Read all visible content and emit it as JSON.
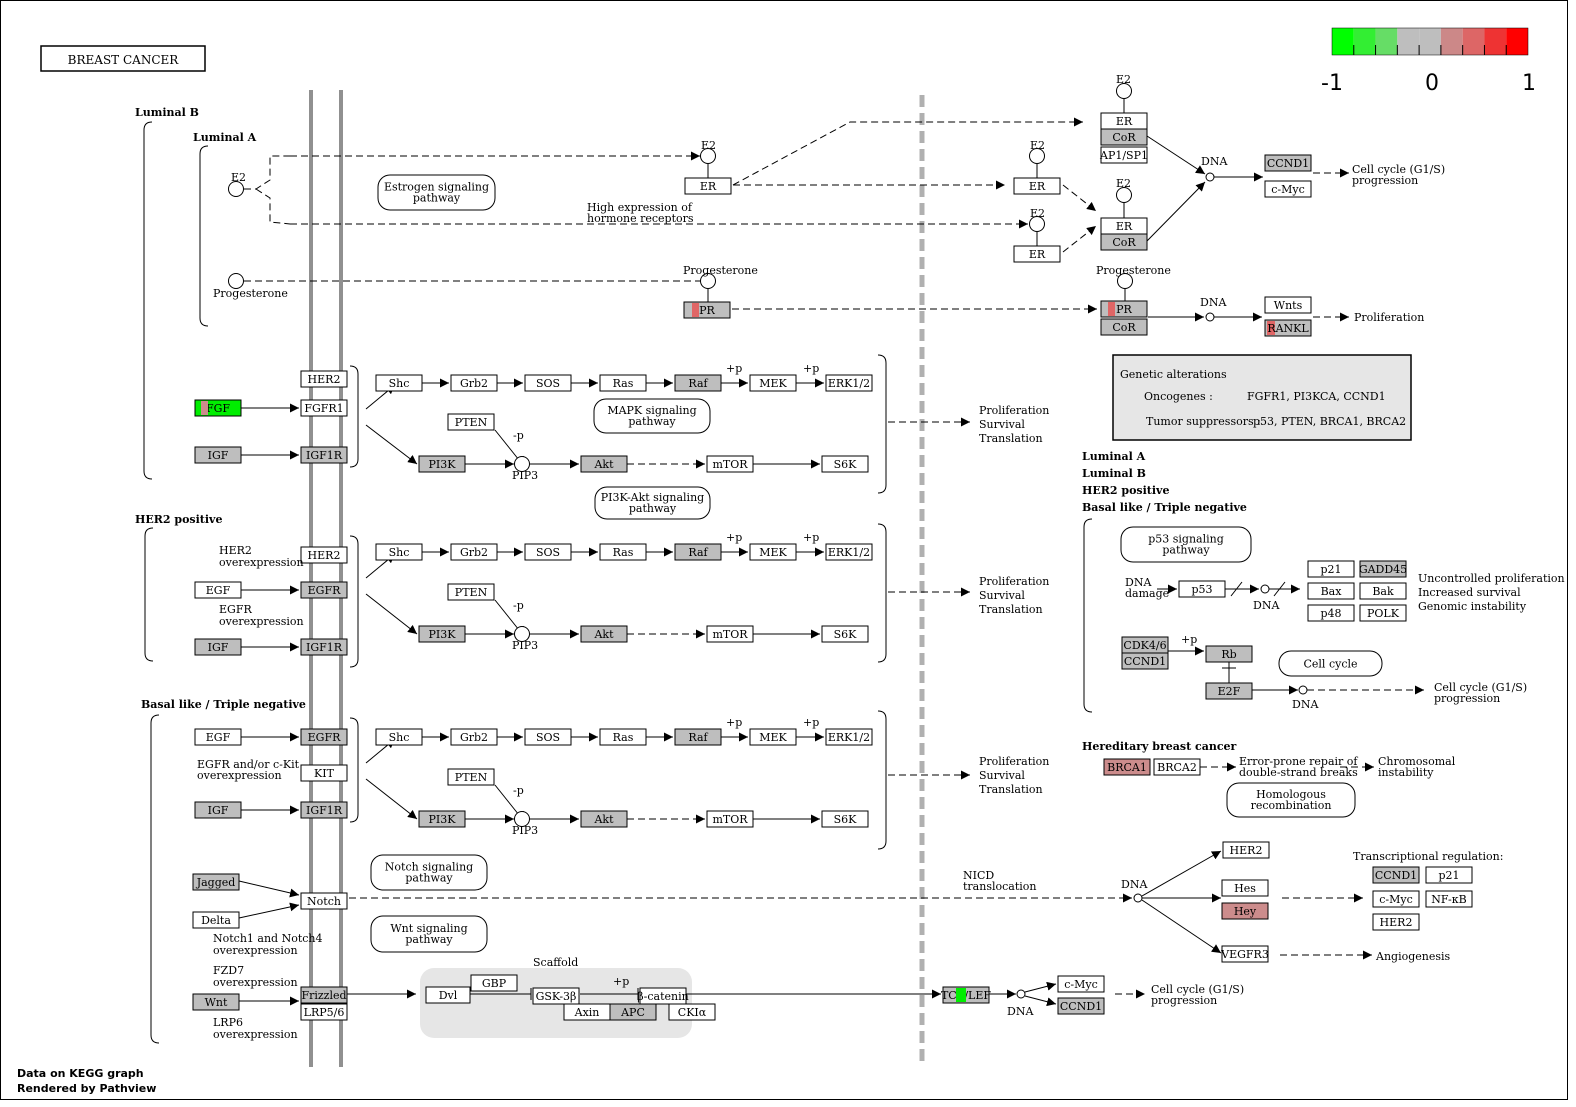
{
  "title": "BREAST CANCER",
  "legend": {
    "colors": [
      "#00ff00",
      "#33ee33",
      "#66dd66",
      "#bebebe",
      "#bebebe",
      "#cc8888",
      "#dd6666",
      "#ee3333",
      "#ff0000"
    ],
    "min_label": "-1",
    "mid_label": "0",
    "max_label": "1"
  },
  "footer": {
    "line1": "Data on KEGG graph",
    "line2": "Rendered by Pathview"
  },
  "sections": {
    "luminal_b": "Luminal B",
    "luminal_a": "Luminal A",
    "her2_positive": "HER2 positive",
    "basal": "Basal like / Triple negative"
  },
  "pathways": {
    "estrogen": [
      "Estrogen signaling",
      "pathway"
    ],
    "mapk": [
      "MAPK signaling",
      "pathway"
    ],
    "pi3k": [
      "PI3K-Akt signaling",
      "pathway"
    ],
    "notch": [
      "Notch signaling",
      "pathway"
    ],
    "wnt": [
      "Wnt signaling",
      "pathway"
    ],
    "p53": [
      "p53 signaling",
      "pathway"
    ],
    "cellcycle": [
      "Cell cycle"
    ],
    "homrec": [
      "Homologous",
      "recombination"
    ]
  },
  "genetic_alterations": {
    "title": "Genetic alterations",
    "oncogenes_label": "Oncogenes :",
    "oncogenes": "FGFR1, PI3KCA, CCND1",
    "suppressors_label": "Tumor suppressors :",
    "suppressors": "p53, PTEN, BRCA1, BRCA2"
  },
  "right_subtypes": [
    "Luminal A",
    "Luminal B",
    "HER2 positive",
    "Basal like / Triple negative"
  ],
  "labels": {
    "e2": "E2",
    "progesterone": "Progesterone",
    "high_expr": [
      "High expression of",
      "hormone receptors"
    ],
    "pip3": "PIP3",
    "dna": "DNA",
    "plus_p": "+p",
    "minus_p": "-p",
    "prolif_block": [
      "Proliferation",
      "Survival",
      "Translation"
    ],
    "cell_cycle_g1s": [
      "Cell cycle (G1/S)",
      "progression"
    ],
    "proliferation": "Proliferation",
    "her2_over": [
      "HER2",
      "overexpression"
    ],
    "egfr_over": [
      "EGFR",
      "overexpression"
    ],
    "egfr_kit_over": [
      "EGFR and/or c-Kit",
      "overexpression"
    ],
    "notch_over": [
      "Notch1 and Notch4",
      "overexpression"
    ],
    "fzd7_over": [
      "FZD7",
      "overexpression"
    ],
    "lrp6_over": [
      "LRP6",
      "overexpression"
    ],
    "scaffold": "Scaffold",
    "dna_damage": [
      "DNA",
      "damage"
    ],
    "uncontrolled": [
      "Uncontrolled proliferation",
      "Increased survival",
      "Genomic instability"
    ],
    "hereditary": "Hereditary breast cancer",
    "error_prone": [
      "Error-prone repair of",
      "double-strand breaks"
    ],
    "chrom_instab": [
      "Chromosomal",
      "instability"
    ],
    "nicd": [
      "NICD",
      "translocation"
    ],
    "transcriptional": "Transcriptional regulation:",
    "angiogenesis": "Angiogenesis"
  },
  "genes": {
    "ER": "ER",
    "CoR": "CoR",
    "AP1SP1": "AP1/SP1",
    "PR": "PR",
    "CCND1": "CCND1",
    "cMyc": "c-Myc",
    "Wnts": "Wnts",
    "RANKL": "RANKL",
    "HER2": "HER2",
    "FGFR1": "FGFR1",
    "IGF1R": "IGF1R",
    "FGF": "FGF",
    "IGF": "IGF",
    "EGF": "EGF",
    "EGFR": "EGFR",
    "KIT": "KIT",
    "Shc": "Shc",
    "Grb2": "Grb2",
    "SOS": "SOS",
    "Ras": "Ras",
    "Raf": "Raf",
    "MEK": "MEK",
    "ERK12": "ERK1/2",
    "PTEN": "PTEN",
    "PI3K": "PI3K",
    "Akt": "Akt",
    "mTOR": "mTOR",
    "S6K": "S6K",
    "Jagged": "Jagged",
    "Delta": "Delta",
    "Notch": "Notch",
    "Wnt": "Wnt",
    "Frizzled": "Frizzled",
    "LRP56": "LRP5/6",
    "Dvl": "Dvl",
    "GBP": "GBP",
    "GSK3b": "GSK-3β",
    "Axin": "Axin",
    "APC": "APC",
    "bcatenin": "β-catenin",
    "CKIa": "CKIα",
    "TCFLEF": "TCF/LEF",
    "p53": "p53",
    "p21": "p21",
    "GADD45": "GADD45",
    "Bax": "Bax",
    "Bak": "Bak",
    "p48": "p48",
    "POLK": "POLK",
    "CDK46": "CDK4/6",
    "Rb": "Rb",
    "E2F": "E2F",
    "BRCA1": "BRCA1",
    "BRCA2": "BRCA2",
    "Hes": "Hes",
    "Hey": "Hey",
    "VEGFR3": "VEGFR3",
    "NFkB": "NF-κB"
  },
  "colors": {
    "gene_fill_gray": "#bebebe",
    "gene_fill_white": "#ffffff",
    "up_red": "#e06666",
    "light_red": "#cc8c8c",
    "down_green": "#00ee00",
    "membrane": "#909090",
    "dashed_wall": "#b0b0b0",
    "scaffold_bg": "#e6e6e6",
    "box_bg": "#e6e6e6"
  }
}
